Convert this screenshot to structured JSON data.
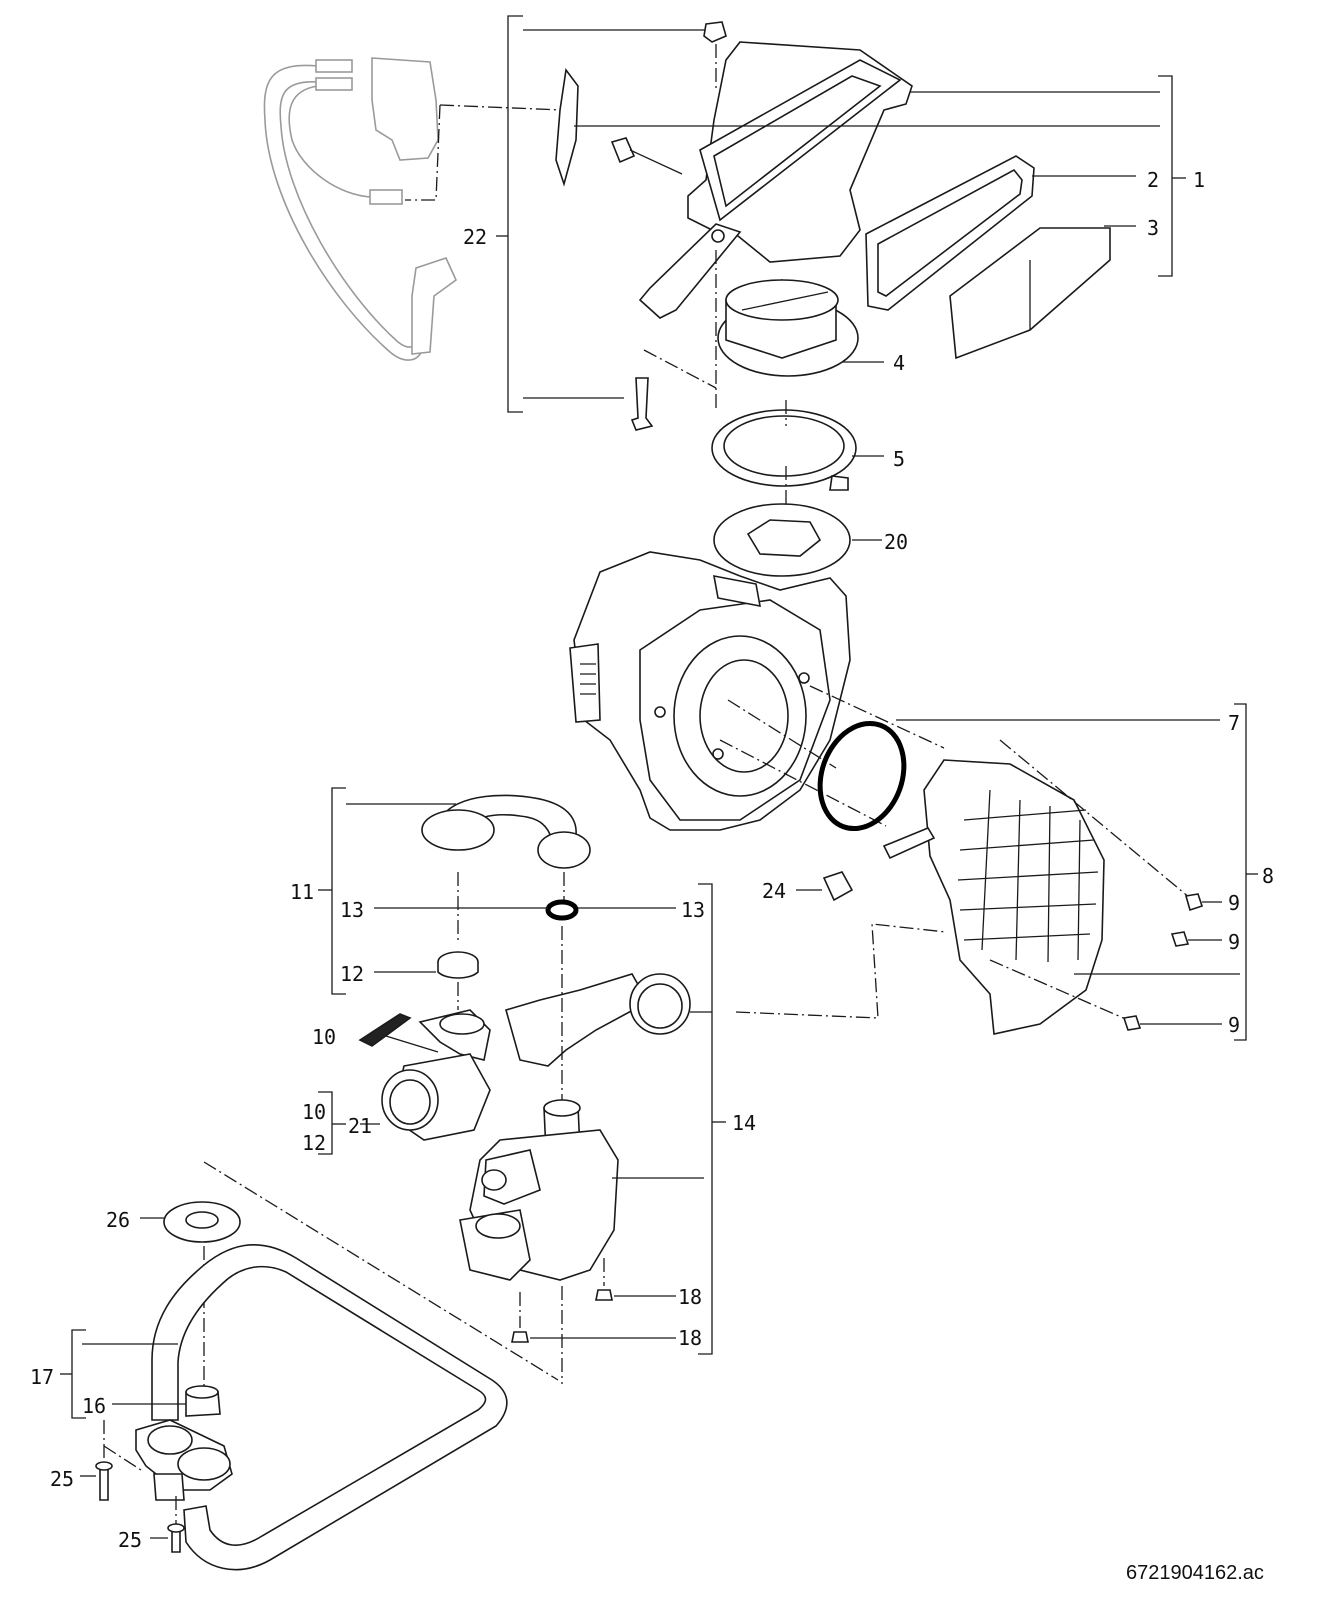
{
  "diagram": {
    "document_code": "6721904162.ac",
    "callouts": [
      {
        "id": "c1",
        "text": "1"
      },
      {
        "id": "c2",
        "text": "2"
      },
      {
        "id": "c3",
        "text": "3"
      },
      {
        "id": "c4",
        "text": "4"
      },
      {
        "id": "c5",
        "text": "5"
      },
      {
        "id": "c20",
        "text": "20"
      },
      {
        "id": "c22",
        "text": "22"
      },
      {
        "id": "c7",
        "text": "7"
      },
      {
        "id": "c8",
        "text": "8"
      },
      {
        "id": "c9a",
        "text": "9"
      },
      {
        "id": "c9b",
        "text": "9"
      },
      {
        "id": "c9c",
        "text": "9"
      },
      {
        "id": "c24",
        "text": "24"
      },
      {
        "id": "c11",
        "text": "11"
      },
      {
        "id": "c13a",
        "text": "13"
      },
      {
        "id": "c13b",
        "text": "13"
      },
      {
        "id": "c12a",
        "text": "12"
      },
      {
        "id": "c10a",
        "text": "10"
      },
      {
        "id": "c10b",
        "text": "10"
      },
      {
        "id": "c12b",
        "text": "12"
      },
      {
        "id": "c21",
        "text": "21"
      },
      {
        "id": "c14",
        "text": "14"
      },
      {
        "id": "c26",
        "text": "26"
      },
      {
        "id": "c18a",
        "text": "18"
      },
      {
        "id": "c18b",
        "text": "18"
      },
      {
        "id": "c17",
        "text": "17"
      },
      {
        "id": "c16",
        "text": "16"
      },
      {
        "id": "c25a",
        "text": "25"
      },
      {
        "id": "c25b",
        "text": "25"
      }
    ]
  }
}
